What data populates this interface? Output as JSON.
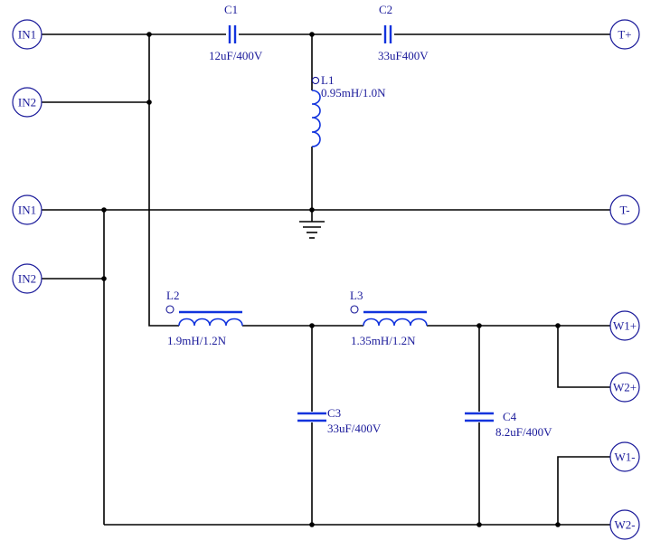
{
  "ports": {
    "in1_top": "IN1",
    "in2_top": "IN2",
    "in1_mid": "IN1",
    "in2_mid": "IN2",
    "t_plus": "T+",
    "t_minus": "T-",
    "w1_plus": "W1+",
    "w2_plus": "W2+",
    "w1_minus": "W1-",
    "w2_minus": "W2-"
  },
  "components": {
    "c1": {
      "ref": "C1",
      "value": "12uF/400V"
    },
    "c2": {
      "ref": "C2",
      "value": "33uF400V"
    },
    "l1": {
      "ref": "L1",
      "value": "0.95mH/1.0N"
    },
    "l2": {
      "ref": "L2",
      "value": "1.9mH/1.2N"
    },
    "l3": {
      "ref": "L3",
      "value": "1.35mH/1.2N"
    },
    "c3": {
      "ref": "C3",
      "value": "33uF/400V"
    },
    "c4": {
      "ref": "C4",
      "value": "8.2uF/400V"
    }
  },
  "colors": {
    "wire": "#000000",
    "component": "#1133dd",
    "port": "#1a1a9a"
  }
}
